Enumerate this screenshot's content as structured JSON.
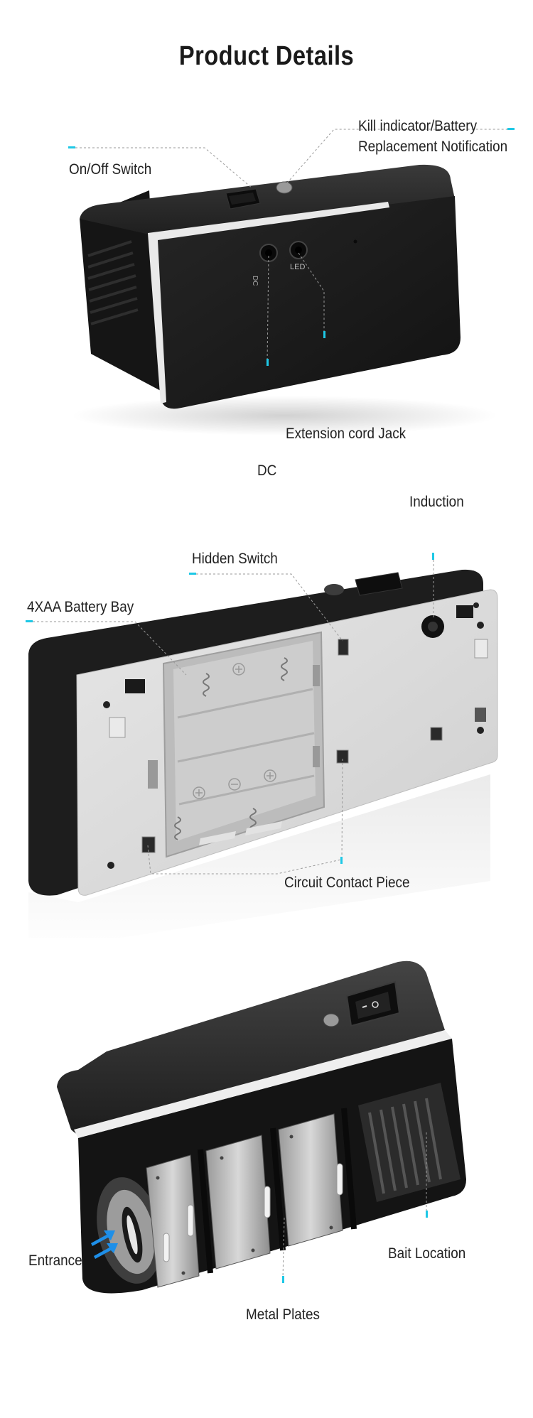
{
  "title": "Product Details",
  "section1": {
    "labels": {
      "on_off_switch": "On/Off Switch",
      "kill_indicator_line1": "Kill indicator/Battery",
      "kill_indicator_line2": "Replacement Notification",
      "extension_cord_jack": "Extension cord Jack",
      "dc": "DC"
    },
    "port_labels": {
      "dc": "DC",
      "led": "LED"
    }
  },
  "section2": {
    "labels": {
      "induction": "Induction",
      "hidden_switch": "Hidden Switch",
      "battery_bay": "4XAA Battery Bay",
      "circuit_contact": "Circuit Contact Piece"
    }
  },
  "section3": {
    "labels": {
      "entrance": "Entrance",
      "bait_location": "Bait Location",
      "metal_plates": "Metal Plates"
    }
  },
  "colors": {
    "accent": "#1ec8e6",
    "device_body": "#1e1e1e",
    "panel": "#d8d8d8",
    "arrow": "#1e8fe8"
  }
}
